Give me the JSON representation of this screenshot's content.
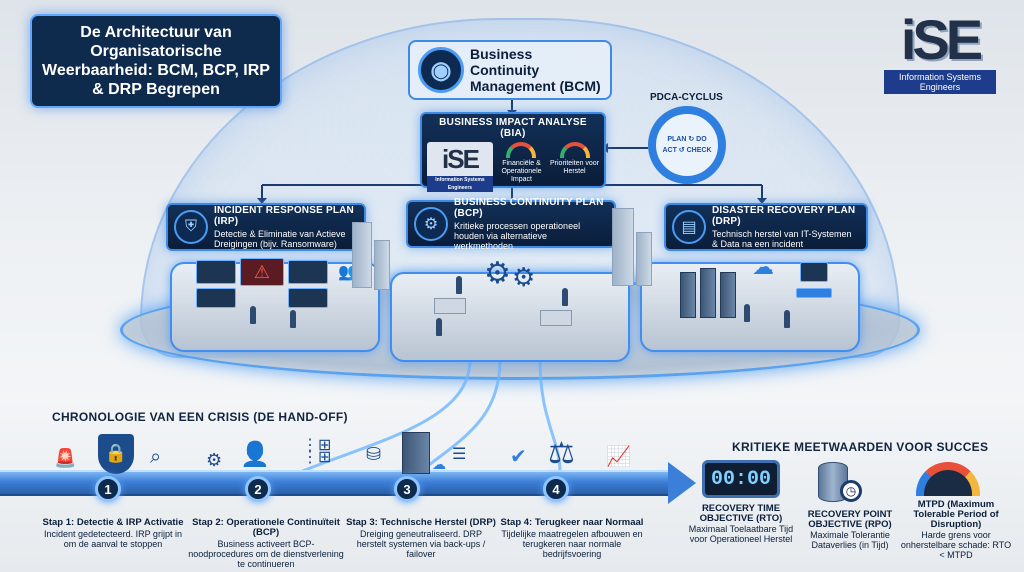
{
  "title": "De Architectuur van Organisatorische Weerbaarheid: BCM, BCP, IRP & DRP Begrepen",
  "logo": {
    "mark": "iSE",
    "subtitle": "Information Systems Engineers"
  },
  "bcm": {
    "label": "Business Continuity Management (BCM)",
    "icon": "brain-icon"
  },
  "bia": {
    "title": "BUSINESS IMPACT ANALYSE (BIA)",
    "logo_mark": "iSE",
    "logo_sub": "Information Systems Engineers",
    "gauge1": "Financiële & Operationele Impact",
    "gauge2": "Prioriteiten voor Herstel"
  },
  "pdca": {
    "title": "PDCA-CYCLUS",
    "plan": "PLAN",
    "do": "DO",
    "check": "CHECK",
    "act": "ACT"
  },
  "irp": {
    "title": "INCIDENT RESPONSE PLAN (IRP)",
    "desc": "Detectie & Eliminatie van Actieve Dreigingen (bijv. Ransomware)",
    "icon": "ise-shield-icon"
  },
  "bcp": {
    "title": "BUSINESS CONTINUITY PLAN (BCP)",
    "desc": "Kritieke processen operationeel houden via alternatieve werkmethoden",
    "icon": "gears-icon"
  },
  "drp": {
    "title": "DISASTER RECOVERY PLAN (DRP)",
    "desc": "Technisch herstel van IT-Systemen & Data na een incident",
    "icon": "server-icon"
  },
  "chronology": {
    "title": "CHRONOLOGIE VAN EEN CRISIS (DE HAND-OFF)",
    "steps": [
      {
        "num": "1",
        "title": "Stap 1: Detectie & IRP Activatie",
        "desc": "Incident gedetecteerd. IRP grijpt in om de aanval te stoppen"
      },
      {
        "num": "2",
        "title": "Stap 2: Operationele Continuïteit (BCP)",
        "desc": "Business activeert BCP-noodprocedures om de dienstverlening te continueren"
      },
      {
        "num": "3",
        "title": "Stap 3: Technische Herstel (DRP)",
        "desc": "Dreiging geneutraliseerd. DRP herstelt systemen via back-ups / failover"
      },
      {
        "num": "4",
        "title": "Stap 4: Terugkeer naar Normaal",
        "desc": "Tijdelijke maatregelen afbouwen en terugkeren naar normale bedrijfsvoering"
      }
    ]
  },
  "metrics": {
    "title": "KRITIEKE MEETWAARDEN VOOR SUCCES",
    "rto": {
      "clock": "00:00",
      "title": "RECOVERY TIME OBJECTIVE (RTO)",
      "desc": "Maximaal Toelaatbare Tijd voor Operationeel Herstel"
    },
    "rpo": {
      "title": "RECOVERY POINT OBJECTIVE (RPO)",
      "desc": "Maximale Tolerantie Dataverlies (in Tijd)"
    },
    "mtpd": {
      "title": "MTPD (Maximum Tolerable Period of Disruption)",
      "desc": "Harde grens voor onherstelbare schade: RTO < MTPD"
    }
  },
  "colors": {
    "accent": "#3e8be6",
    "navy": "#0e2a4d",
    "road": "#3b7fd8"
  }
}
